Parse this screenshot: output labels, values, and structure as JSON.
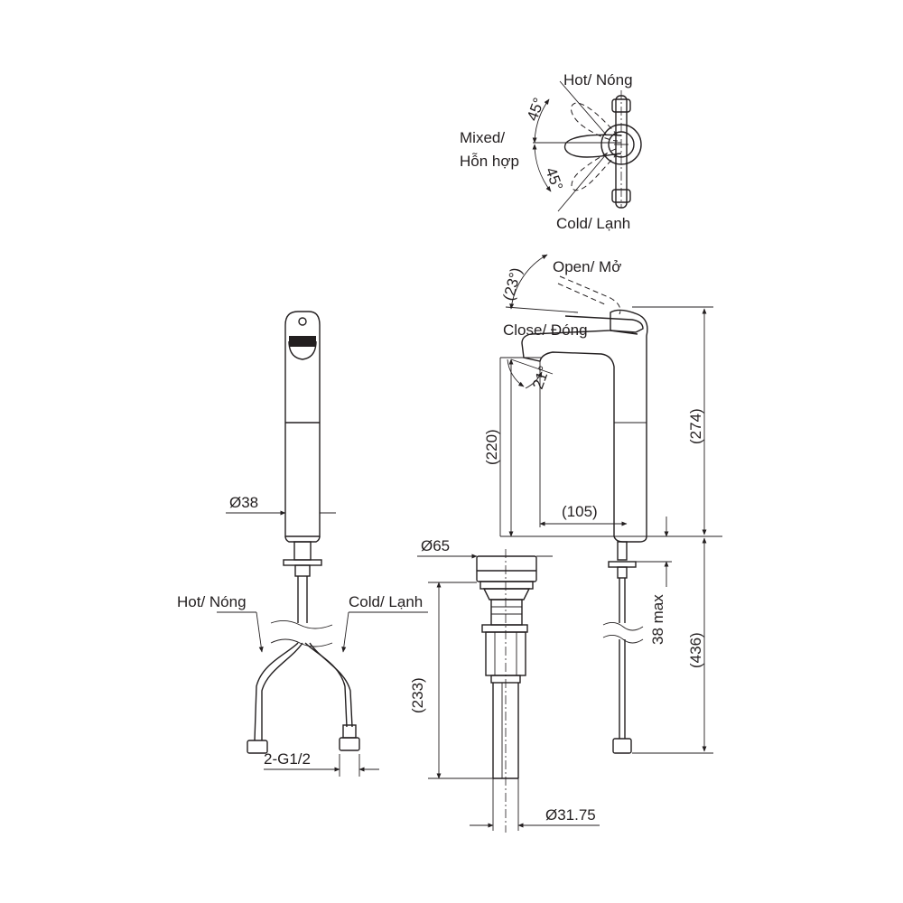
{
  "top_view": {
    "hot": "Hot/ Nóng",
    "mixed_line1": "Mixed/",
    "mixed_line2": "Hỗn hợp",
    "cold": "Cold/ Lạnh",
    "angle_upper": "45°",
    "angle_lower": "45°"
  },
  "side_view": {
    "open": "Open/ Mở",
    "close": "Close/ Đóng",
    "angle_open": "(23°)",
    "angle_spout": "21°",
    "dim_total_height": "(274)",
    "dim_spout_height": "(220)",
    "dim_reach": "(105)",
    "dim_deck_thickness": "38 max",
    "dim_hose_length": "(436)"
  },
  "front_view": {
    "diameter_body": "Ø38",
    "hot": "Hot/ Nóng",
    "cold": "Cold/ Lạnh",
    "connection": "2-G1/2"
  },
  "drain_view": {
    "diameter_top": "Ø65",
    "dim_height": "(233)",
    "diameter_tail": "Ø31.75"
  }
}
